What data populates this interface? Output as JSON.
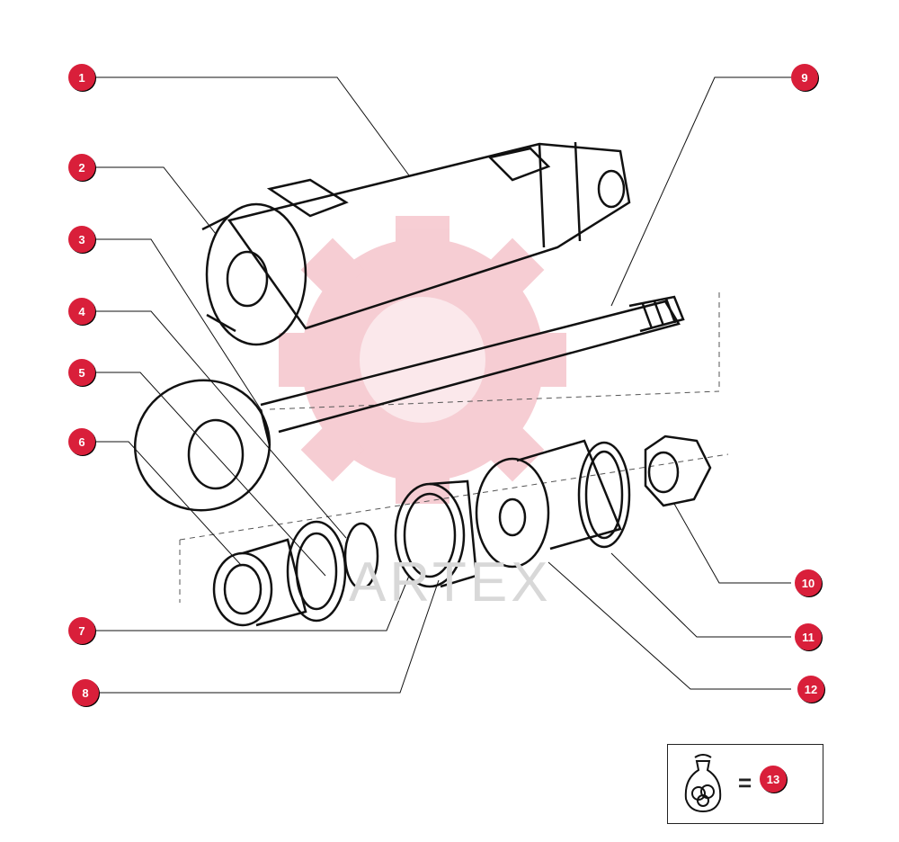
{
  "diagram": {
    "watermark_text": "ARTEX",
    "brand_color": "#d91f3a",
    "watermark_icon": "gear-logo-icon",
    "callouts": [
      {
        "id": "1",
        "label": "1"
      },
      {
        "id": "2",
        "label": "2"
      },
      {
        "id": "3",
        "label": "3"
      },
      {
        "id": "4",
        "label": "4"
      },
      {
        "id": "5",
        "label": "5"
      },
      {
        "id": "6",
        "label": "6"
      },
      {
        "id": "7",
        "label": "7"
      },
      {
        "id": "8",
        "label": "8"
      },
      {
        "id": "9",
        "label": "9"
      },
      {
        "id": "10",
        "label": "10"
      },
      {
        "id": "11",
        "label": "11"
      },
      {
        "id": "12",
        "label": "12"
      },
      {
        "id": "13",
        "label": "13"
      }
    ],
    "legend": {
      "icon": "seal-kit-bag-icon",
      "equals": "=",
      "callout": "13"
    }
  }
}
